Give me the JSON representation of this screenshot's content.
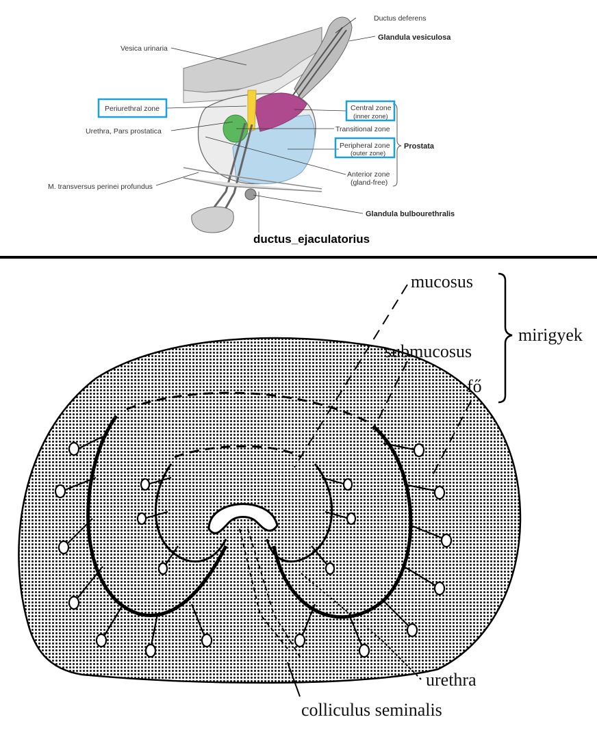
{
  "top_figure": {
    "labels": {
      "ductus_deferens": "Ductus deferens",
      "glandula_vesiculosa": "Glandula vesiculosa",
      "vesica_urinaria": "Vesica urinaria",
      "periurethral_zone": "Periurethral zone",
      "urethra_pars_prostatica": "Urethra, Pars prostatica",
      "m_transversus": "M. transversus perinei profundus",
      "central_zone": "Central zone",
      "central_zone_sub": "(inner zone)",
      "transitional_zone": "Transitional zone",
      "peripheral_zone": "Peripheral zone",
      "peripheral_zone_sub": "(outer zone)",
      "anterior_zone": "Anterior zone",
      "anterior_zone_sub": "(gland-free)",
      "prostata": "Prostata",
      "glandula_bulbourethralis": "Glandula bulbourethralis",
      "ductus_ejaculatorius": "ductus_ejaculatorius"
    },
    "colors": {
      "highlight_box": "#1aa0e0",
      "central_zone": "#b04a8e",
      "peripheral_zone": "#b8d8ee",
      "transitional_zone": "#5cb85c",
      "periurethral_zone": "#f5d23a",
      "anterior_zone": "#e0e0e0"
    }
  },
  "bottom_figure": {
    "labels": {
      "mucosus": "mucosus",
      "submucosus": "submucosus",
      "fo": "fő",
      "mirigyek": "mirigyek",
      "urethra": "urethra",
      "colliculus_seminalis": "colliculus seminalis"
    }
  }
}
